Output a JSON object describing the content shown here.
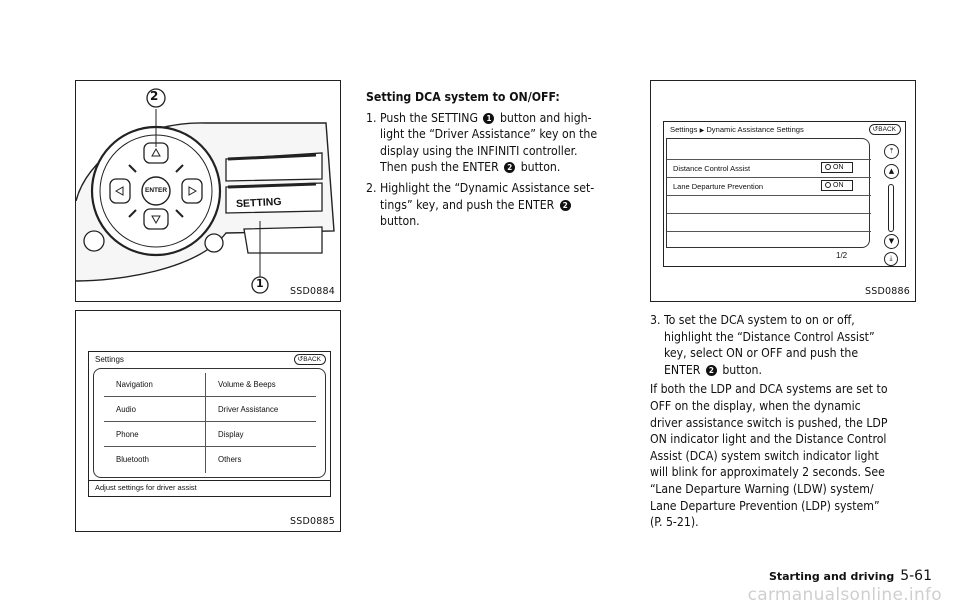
{
  "figures": {
    "fig1": {
      "code": "SSD0884",
      "setting_label": "SETTING",
      "enter_label": "ENTER",
      "callout_1": "1",
      "callout_2": "2"
    },
    "fig2": {
      "code": "SSD0885",
      "screen_title": "Settings",
      "back_label": "BACK",
      "items_left": [
        "Navigation",
        "Audio",
        "Phone",
        "Bluetooth"
      ],
      "items_right": [
        "Volume & Beeps",
        "Driver Assistance",
        "Display",
        "Others"
      ],
      "status_text": "Adjust settings for driver assist"
    },
    "fig3": {
      "code": "SSD0886",
      "breadcrumb_root": "Settings",
      "breadcrumb_sep": "▶",
      "breadcrumb_current": "Dynamic Assistance Settings",
      "back_label": "BACK",
      "rows": [
        {
          "label": "Distance Control Assist",
          "value": "ON"
        },
        {
          "label": "Lane Departure Prevention",
          "value": "ON"
        }
      ],
      "page_indicator": "1/2"
    }
  },
  "text": {
    "heading": "Setting DCA system to ON/OFF:",
    "step1_num": "1.",
    "step1_a": "Push the SETTING",
    "step1_b": "button and high-",
    "step1_c": "light the “Driver Assistance” key on the",
    "step1_d": "display using the INFINITI controller.",
    "step1_e": "Then push the ENTER",
    "step1_f": "button.",
    "step2_num": "2.",
    "step2_a": "Highlight the “Dynamic Assistance set-",
    "step2_b": "tings” key, and push the ENTER",
    "step2_c": "button.",
    "step3_num": "3.",
    "step3_a": "To set the DCA system to on or off,",
    "step3_b": "highlight the “Distance Control Assist”",
    "step3_c": "key, select ON or OFF and push the",
    "step3_d": "ENTER",
    "step3_e": "button.",
    "para": [
      "If both the LDP and DCA systems are set to",
      "OFF on the display, when the dynamic",
      "driver assistance switch is pushed, the LDP",
      "ON indicator light and the Distance Control",
      "Assist (DCA) system switch indicator light",
      "will blink for approximately 2 seconds. See",
      "“Lane Departure Warning (LDW) system/",
      "Lane Departure Prevention (LDP) system”",
      "(P. 5-21)."
    ],
    "badge_1": "1",
    "badge_2": "2"
  },
  "footer": {
    "section": "Starting and driving",
    "page": "5-61"
  },
  "watermark": "carmanualsonline.info"
}
